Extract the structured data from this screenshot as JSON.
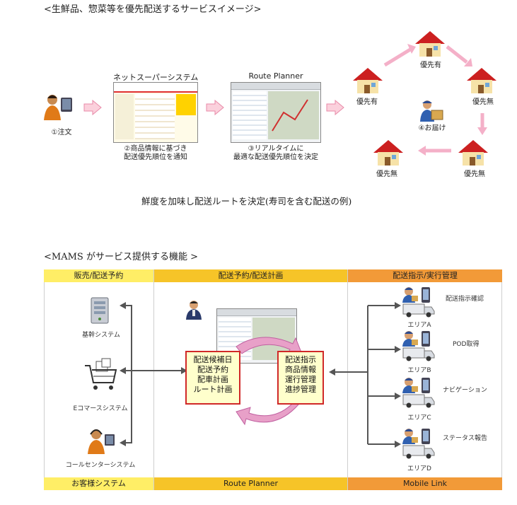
{
  "top": {
    "heading": "<生鮮品、惣菜等を優先配送するサービスイメージ>",
    "system1_title": "ネットスーパーシステム",
    "system2_title": "Route Planner",
    "step1": "①注文",
    "step2_line1": "②商品情報に基づき",
    "step2_line2": "配送優先順位を通知",
    "step3_line1": "③リアルタイムに",
    "step3_line2": "最適な配送優先順位を決定",
    "step4": "④お届け",
    "houses": {
      "left": "優先有",
      "top": "優先有",
      "right": "優先無",
      "bottom_right": "優先無",
      "bottom_left": "優先無"
    },
    "caption": "鮮度を加味し配送ルートを決定(寿司を含む配送の例)"
  },
  "bottom": {
    "heading": "<MAMS がサービス提供する機能 >",
    "col1_header": "販売/配送予約",
    "col2_header": "配送予約/配送計画",
    "col3_header": "配送指示/実行管理",
    "col1_footer": "お客様システム",
    "col2_footer": "Route Planner",
    "col3_footer": "Mobile Link",
    "systems": [
      "基幹システム",
      "Eコマースシステム",
      "コールセンターシステム"
    ],
    "planner_box": [
      "配送候補日",
      "配送予約",
      "配車計画",
      "ルート計画"
    ],
    "instruction_box": [
      "配送指示",
      "商品情報",
      "運行管理",
      "進捗管理"
    ],
    "areas": [
      "エリアA",
      "エリアB",
      "エリアC",
      "エリアD"
    ],
    "functions": [
      "配送指示確認",
      "POD取得",
      "ナビゲーション",
      "ステータス報告"
    ]
  },
  "colors": {
    "pink_arrow": "#f4a8c0",
    "header_yellow": "#ffee66",
    "header_gold": "#f6c428",
    "header_orange": "#f29a38",
    "box_border": "#d02828",
    "box_fill": "#ffffcc",
    "house_roof": "#cc2020"
  }
}
